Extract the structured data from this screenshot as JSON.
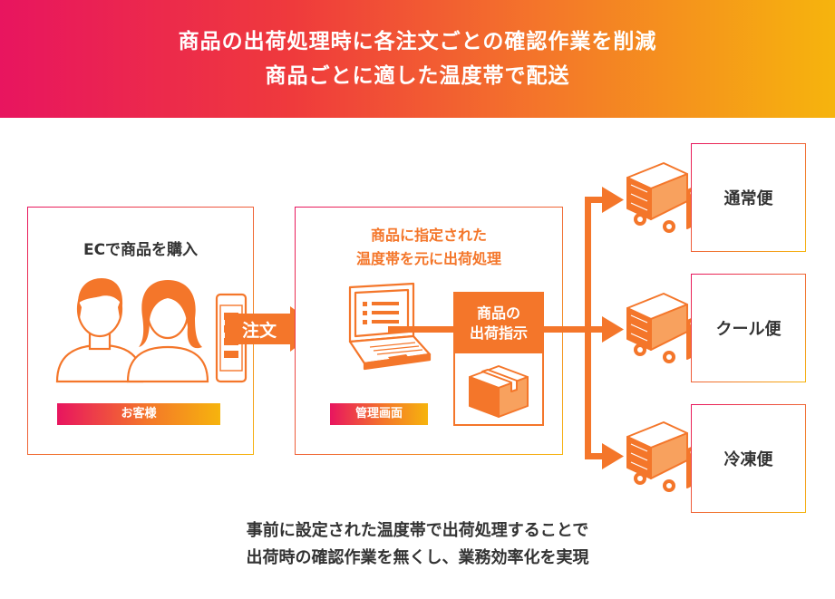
{
  "header": {
    "line1": "商品の出荷処理時に各注文ごとの確認作業を削減",
    "line2": "商品ごとに適した温度帯で配送"
  },
  "customer": {
    "title": "ECで商品を購入",
    "tag": "お客様"
  },
  "order_arrow": {
    "label": "注文"
  },
  "admin": {
    "title_line1": "商品に指定された",
    "title_line2": "温度帯を元に出荷処理",
    "tag": "管理画面"
  },
  "instruction": {
    "line1": "商品の",
    "line2": "出荷指示"
  },
  "destinations": [
    {
      "label": "通常便"
    },
    {
      "label": "クール便"
    },
    {
      "label": "冷凍便"
    }
  ],
  "footer": {
    "line1": "事前に設定された温度帯で出荷処理することで",
    "line2": "出荷時の確認作業を無くし、業務効率化を実現"
  },
  "colors": {
    "accent": "#f4762a",
    "gradient_start": "#e8155f",
    "gradient_end": "#f6b40d"
  }
}
